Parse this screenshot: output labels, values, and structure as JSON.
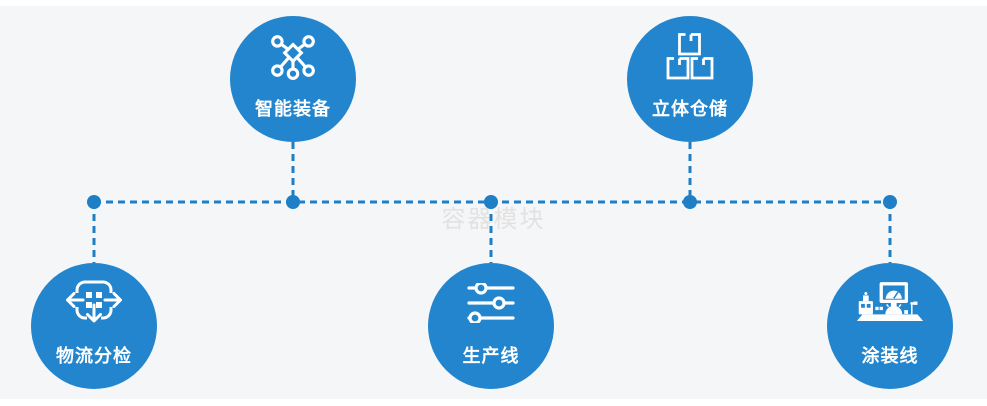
{
  "canvas": {
    "background": "#f5f6f7",
    "node_color": "#2285cd",
    "connector_color": "#1e7fc6",
    "label_color": "#ffffff"
  },
  "watermark": {
    "text": "容器模块",
    "color": "#e2e2e2"
  },
  "nodes": [
    {
      "label": "智能装备",
      "icon": "network-nodes-icon",
      "position": "top-left"
    },
    {
      "label": "立体仓储",
      "icon": "stacked-boxes-icon",
      "position": "top-right"
    },
    {
      "label": "物流分检",
      "icon": "sorting-arrows-icon",
      "position": "bottom-left"
    },
    {
      "label": "生产线",
      "icon": "sliders-icon",
      "position": "bottom-center"
    },
    {
      "label": "涂装线",
      "icon": "control-console-icon",
      "position": "bottom-right"
    }
  ]
}
